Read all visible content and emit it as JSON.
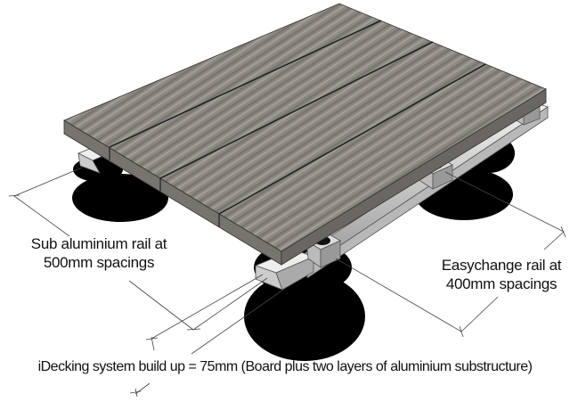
{
  "diagram": {
    "labels": {
      "sub_rail_line1": "Sub aluminium rail at",
      "sub_rail_line2": "500mm spacings",
      "easychange_line1": "Easychange rail at",
      "easychange_line2": "400mm spacings",
      "build_up": "iDecking system build up = 75mm (Board plus two layers of aluminium substructure)"
    },
    "colors": {
      "board": "#8a8780",
      "board_dark": "#6e6b65",
      "rail": "#d4d4d4",
      "pedestal": "#000000"
    },
    "board_count": 4
  }
}
